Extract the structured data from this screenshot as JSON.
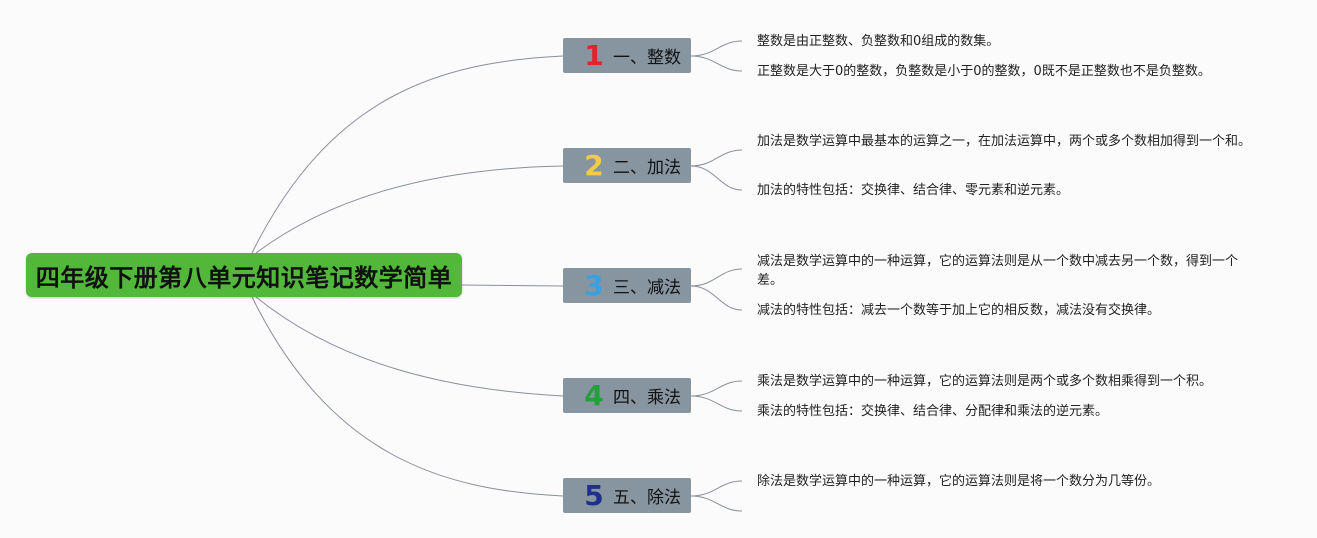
{
  "root": {
    "label": "四年级下册第八单元知识笔记数学简单"
  },
  "branches": [
    {
      "num": "1",
      "label": "一、整数",
      "num_color": "#e0242e",
      "notes": [
        "整数是由正整数、负整数和0组成的数集。",
        "正整数是大于0的整数，负整数是小于0的整数，0既不是正整数也不是负整数。"
      ]
    },
    {
      "num": "2",
      "label": "二、加法",
      "num_color": "#f2cc45",
      "notes": [
        "加法是数学运算中最基本的运算之一，在加法运算中，两个或多个数相加得到一个和。",
        "加法的特性包括：交换律、结合律、零元素和逆元素。"
      ]
    },
    {
      "num": "3",
      "label": "三、减法",
      "num_color": "#3aa0e0",
      "notes": [
        "减法是数学运算中的一种运算，它的运算法则是从一个数中减去另一个数，得到一个差。",
        "减法的特性包括：减去一个数等于加上它的相反数，减法没有交换律。"
      ]
    },
    {
      "num": "4",
      "label": "四、乘法",
      "num_color": "#22a03a",
      "notes": [
        "乘法是数学运算中的一种运算，它的运算法则是两个或多个数相乘得到一个积。",
        "乘法的特性包括：交换律、结合律、分配律和乘法的逆元素。"
      ]
    },
    {
      "num": "5",
      "label": "五、除法",
      "num_color": "#1e2f8c",
      "notes": [
        "除法是数学运算中的一种运算，它的运算法则是将一个数分为几等份。",
        ""
      ]
    }
  ]
}
